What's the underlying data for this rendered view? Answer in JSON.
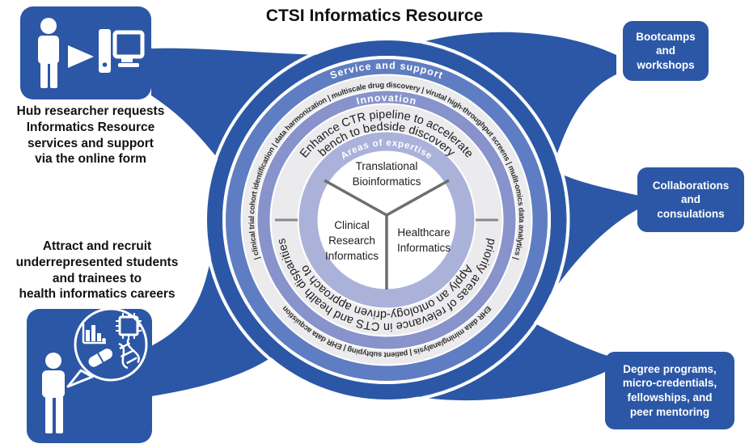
{
  "title": "CTSI Informatics Resource",
  "colors": {
    "dark_blue": "#2b57a6",
    "service_band": "#5f7dc2",
    "innovation_band": "#8893cb",
    "expertise_band": "#abb2da",
    "gray_band": "#ebebee",
    "divider_gray": "#808080",
    "text_dark": "#1c1c1c",
    "white": "#ffffff"
  },
  "left": {
    "top_caption": "Hub researcher requests\nInformatics Resource\nservices and support\nvia the online form",
    "bottom_caption": "Attract and recruit\nunderrepresented students\nand trainees to\nhealth informatics careers"
  },
  "right_boxes": [
    {
      "label": "Bootcamps\nand\nworkshops"
    },
    {
      "label": "Collaborations\nand\nconsulations"
    },
    {
      "label": "Degree programs,\nmicro-credentials,\nfellowships, and\npeer mentoring"
    }
  ],
  "rings": {
    "service_label": "Service and support",
    "innovation_label": "Innovation",
    "expertise_label": "Areas of expertise",
    "items_top": "| clinical trial cohort identification | data harmonization | multiscale drug discovery | virutal high-throughput screens | mulit-omics data analytics |",
    "items_bottom": "EHR data mining/analysis  |  patient subtyping  |  EHR data acquistion",
    "innovation_line1": "Enhance CTR pipeline to accelerate",
    "innovation_line2": "bench to bedside discovery",
    "mission_line1": "Apply an ontology-driven approach to",
    "mission_line2": "priority areas of relevance in CTS and health disparities"
  },
  "center": {
    "segments": [
      {
        "lines": [
          "Translational",
          "Bioinformatics"
        ]
      },
      {
        "lines": [
          "Clinical",
          "Research",
          "Informatics"
        ]
      },
      {
        "lines": [
          "Healthcare",
          "Informatics"
        ]
      }
    ]
  }
}
